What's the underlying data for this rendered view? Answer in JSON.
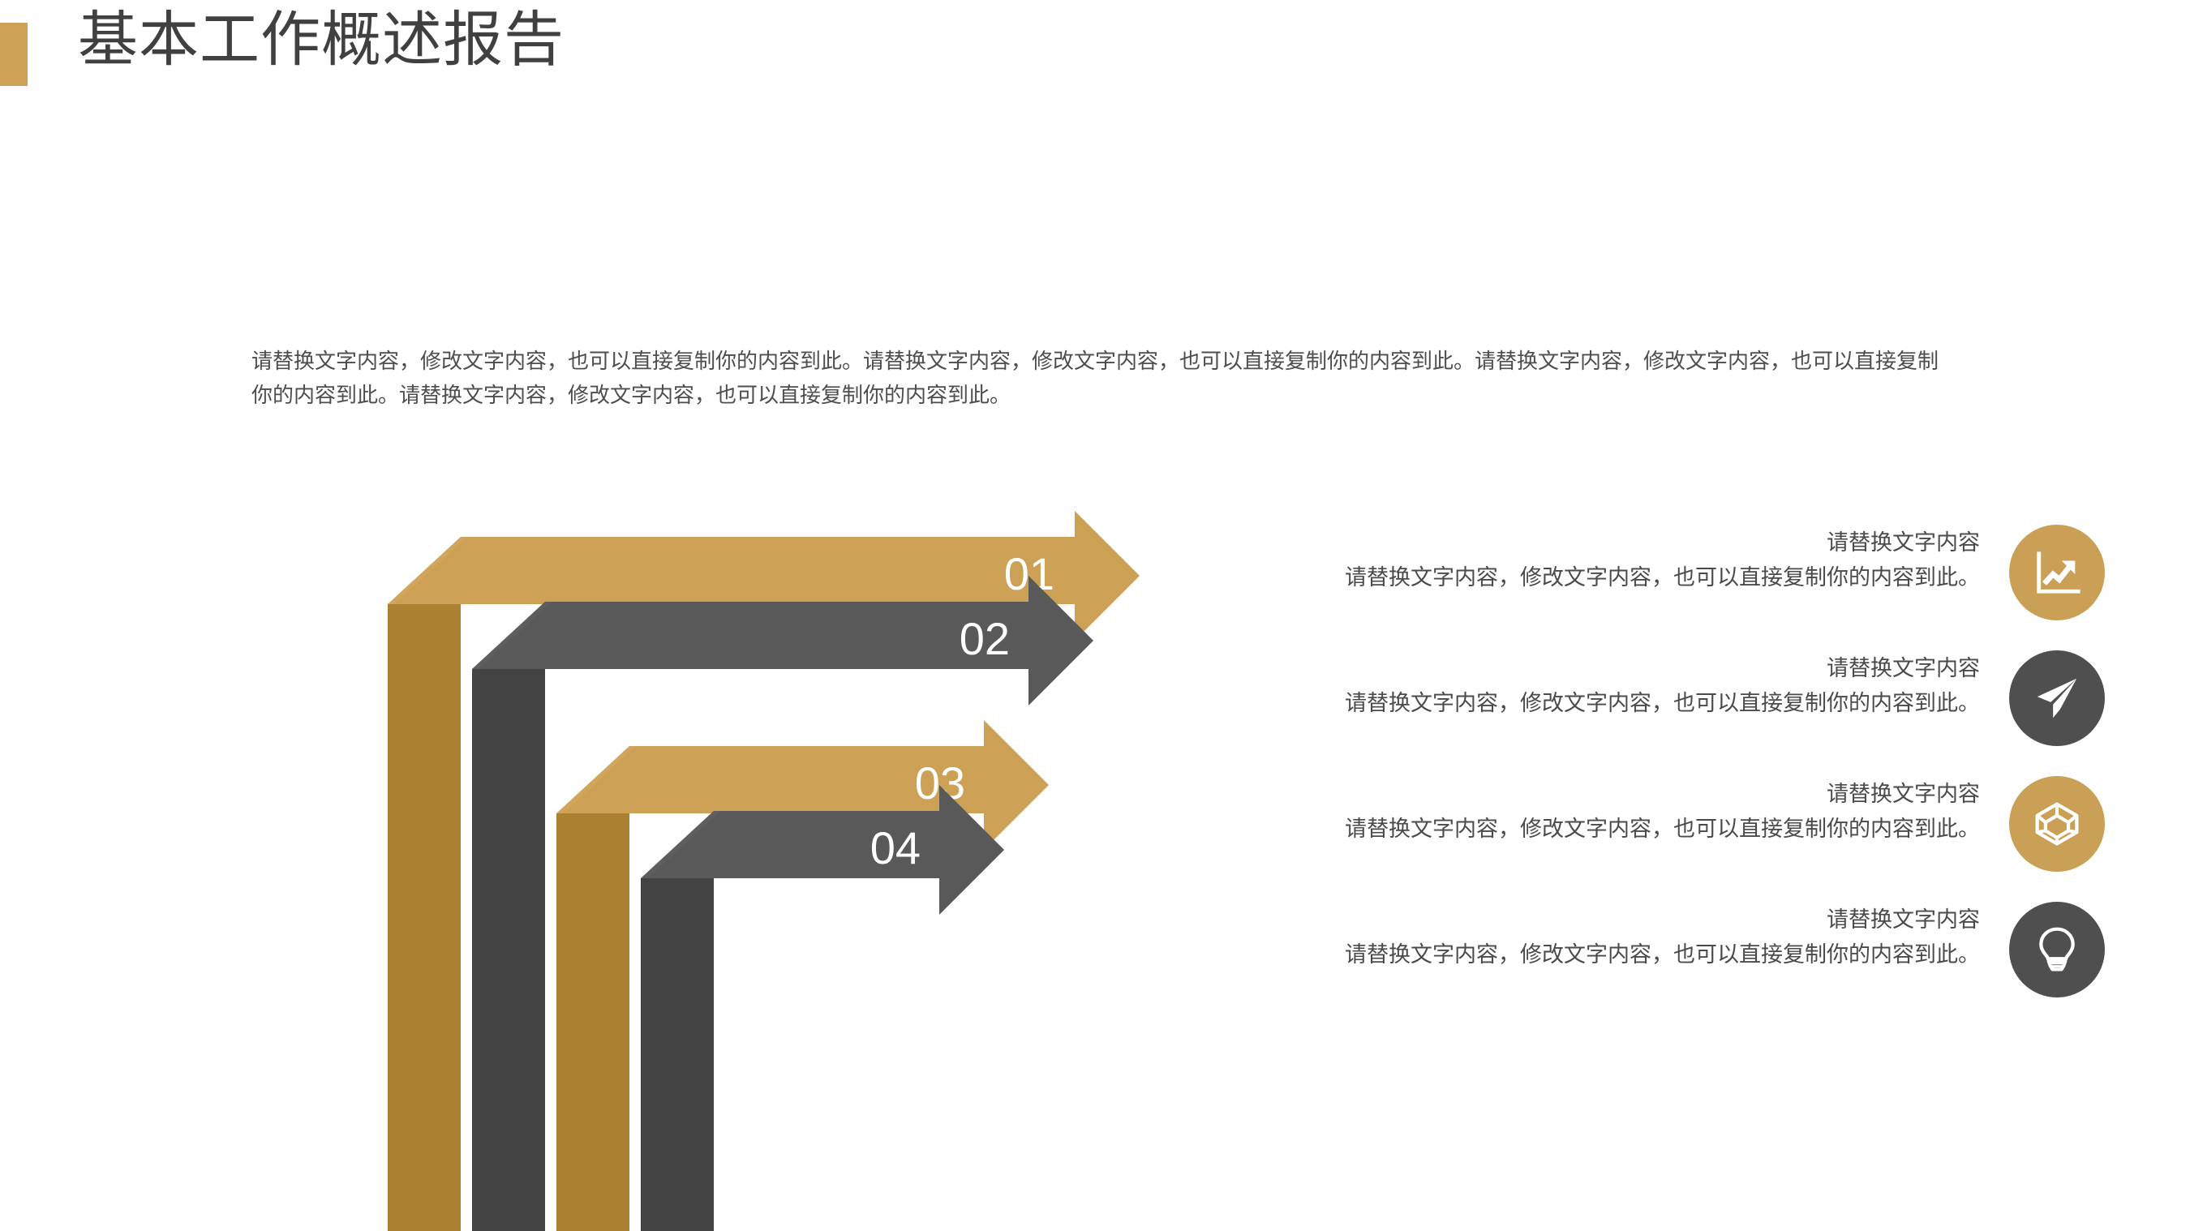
{
  "slide": {
    "title": "基本工作概述报告",
    "accent_color": "#cca055",
    "dark_color": "#4f4f4f",
    "intro": "请替换文字内容，修改文字内容，也可以直接复制你的内容到此。请替换文字内容，修改文字内容，也可以直接复制你的内容到此。请替换文字内容，修改文字内容，也可以直接复制你的内容到此。请替换文字内容，修改文字内容，也可以直接复制你的内容到此。"
  },
  "diagram": {
    "type": "bent-arrow-process",
    "steps": [
      {
        "number": "01",
        "color": "#cca055",
        "shade_color": "#ab8030",
        "top_color": "#cca055"
      },
      {
        "number": "02",
        "color": "#595959",
        "shade_color": "#434343",
        "top_color": "#595959"
      },
      {
        "number": "03",
        "color": "#cca055",
        "shade_color": "#ab8030",
        "top_color": "#cca055"
      },
      {
        "number": "04",
        "color": "#595959",
        "shade_color": "#434343",
        "top_color": "#595959"
      }
    ]
  },
  "items": [
    {
      "title": "请替换文字内容",
      "desc": "请替换文字内容，修改文字内容，也可以直接复制你的内容到此。",
      "icon": "chart-growth-icon",
      "icon_style": "gold"
    },
    {
      "title": "请替换文字内容",
      "desc": "请替换文字内容，修改文字内容，也可以直接复制你的内容到此。",
      "icon": "paper-plane-icon",
      "icon_style": "gray"
    },
    {
      "title": "请替换文字内容",
      "desc": "请替换文字内容，修改文字内容，也可以直接复制你的内容到此。",
      "icon": "wireframe-cube-icon",
      "icon_style": "gold"
    },
    {
      "title": "请替换文字内容",
      "desc": "请替换文字内容，修改文字内容，也可以直接复制你的内容到此。",
      "icon": "lightbulb-icon",
      "icon_style": "gray"
    }
  ]
}
